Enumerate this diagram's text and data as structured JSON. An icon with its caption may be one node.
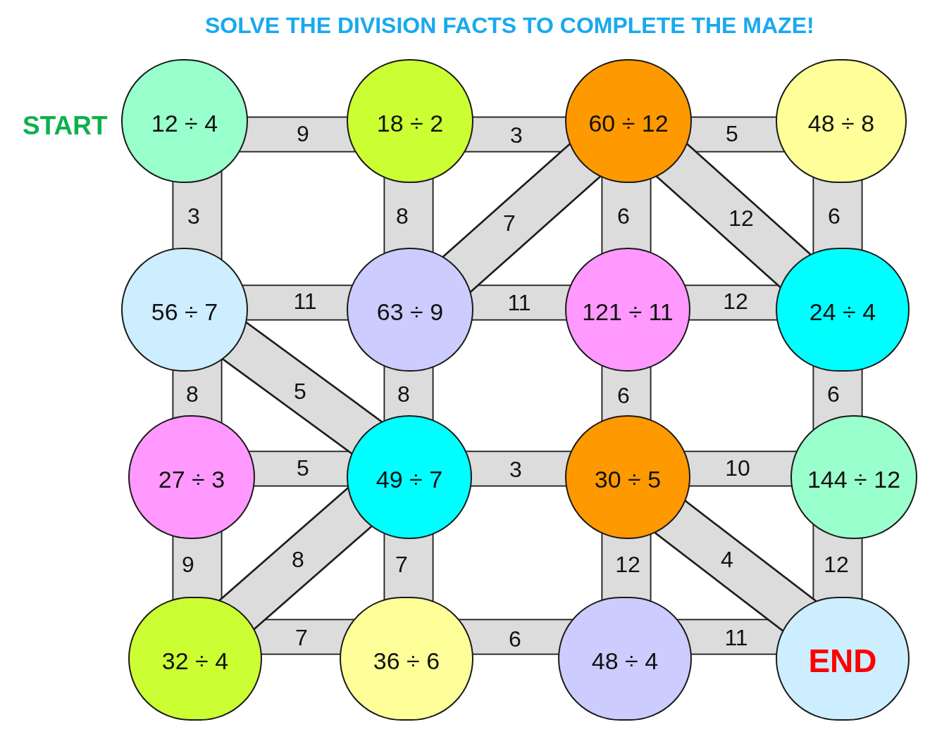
{
  "diagram": {
    "title": "SOLVE THE DIVISION FACTS TO COMPLETE THE MAZE!",
    "nodes": [
      {
        "text": [
          "12 ÷ 4"
        ],
        "beside": [
          "START"
        ]
      },
      {
        "text": [
          "18 ÷ 2"
        ]
      },
      {
        "text": [
          "60 ÷ 12"
        ]
      },
      {
        "text": [
          "48 ÷ 8"
        ]
      },
      {
        "text": [
          "56 ÷ 7"
        ]
      },
      {
        "text": [
          "63 ÷ 9"
        ]
      },
      {
        "text": [
          "121 ÷ 11"
        ]
      },
      {
        "text": [
          "24 ÷ 4"
        ]
      },
      {
        "text": [
          "27 ÷ 3"
        ]
      },
      {
        "text": [
          "49 ÷ 7"
        ]
      },
      {
        "text": [
          "30 ÷ 5"
        ]
      },
      {
        "text": [
          "144 ÷ 12"
        ]
      },
      {
        "text": [
          "32 ÷ 4"
        ]
      },
      {
        "text": [
          "36 ÷ 6"
        ]
      },
      {
        "text": [
          "48 ÷ 4"
        ]
      },
      {
        "text": [
          "END"
        ]
      }
    ],
    "edges": [
      {
        "from": 0,
        "to": 1,
        "arrow": "none",
        "label": "9"
      },
      {
        "from": 1,
        "to": 2,
        "arrow": "none",
        "label": "3"
      },
      {
        "from": 2,
        "to": 3,
        "arrow": "none",
        "label": "5"
      },
      {
        "from": 0,
        "to": 4,
        "arrow": "none",
        "label": "3"
      },
      {
        "from": 1,
        "to": 5,
        "arrow": "none",
        "label": "8"
      },
      {
        "from": 5,
        "to": 2,
        "arrow": "none",
        "label": "7"
      },
      {
        "from": 2,
        "to": 6,
        "arrow": "none",
        "label": "6"
      },
      {
        "from": 2,
        "to": 7,
        "arrow": "none",
        "label": "12"
      },
      {
        "from": 3,
        "to": 7,
        "arrow": "none",
        "label": "6"
      },
      {
        "from": 4,
        "to": 5,
        "arrow": "none",
        "label": "11"
      },
      {
        "from": 5,
        "to": 6,
        "arrow": "none",
        "label": "11"
      },
      {
        "from": 6,
        "to": 7,
        "arrow": "none",
        "label": "12"
      },
      {
        "from": 4,
        "to": 8,
        "arrow": "none",
        "label": "8"
      },
      {
        "from": 4,
        "to": 9,
        "arrow": "none",
        "label": "5"
      },
      {
        "from": 5,
        "to": 9,
        "arrow": "none",
        "label": "8"
      },
      {
        "from": 6,
        "to": 10,
        "arrow": "none",
        "label": "6"
      },
      {
        "from": 7,
        "to": 11,
        "arrow": "none",
        "label": "6"
      },
      {
        "from": 8,
        "to": 9,
        "arrow": "none",
        "label": "5"
      },
      {
        "from": 9,
        "to": 10,
        "arrow": "none",
        "label": "3"
      },
      {
        "from": 10,
        "to": 11,
        "arrow": "none",
        "label": "10"
      },
      {
        "from": 8,
        "to": 12,
        "arrow": "none",
        "label": "9"
      },
      {
        "from": 9,
        "to": 12,
        "arrow": "none",
        "label": "8"
      },
      {
        "from": 9,
        "to": 13,
        "arrow": "none",
        "label": "7"
      },
      {
        "from": 10,
        "to": 14,
        "arrow": "none",
        "label": "12"
      },
      {
        "from": 10,
        "to": 15,
        "arrow": "none",
        "label": "4"
      },
      {
        "from": 11,
        "to": 15,
        "arrow": "none",
        "label": "12"
      },
      {
        "from": 12,
        "to": 13,
        "arrow": "none",
        "label": "7"
      },
      {
        "from": 13,
        "to": 14,
        "arrow": "none",
        "label": "6"
      },
      {
        "from": 14,
        "to": 15,
        "arrow": "none",
        "label": "11"
      }
    ]
  }
}
